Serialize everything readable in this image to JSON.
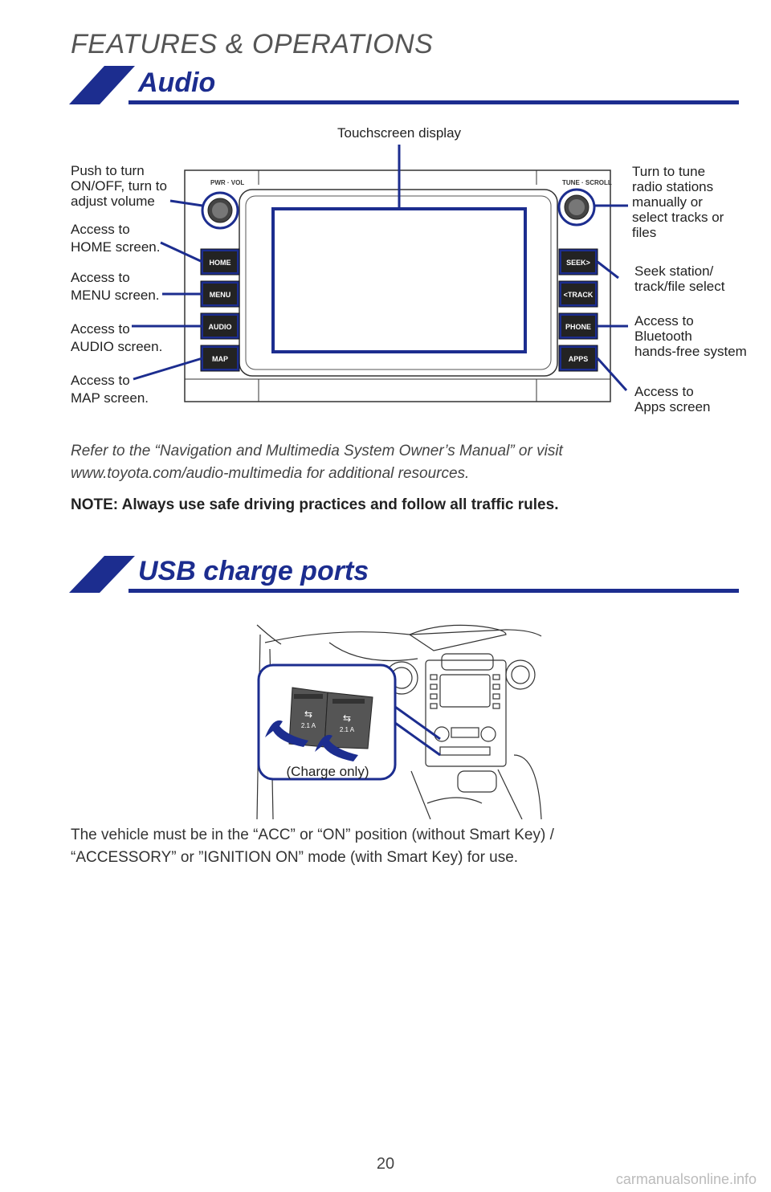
{
  "page": {
    "header": "FEATURES & OPERATIONS",
    "page_number": "20",
    "watermark": "carmanualsonline.info"
  },
  "audio": {
    "title": "Audio",
    "callouts": {
      "touchscreen": "Touchscreen display",
      "power": [
        "Push to turn",
        "ON/OFF, turn to",
        "adjust volume"
      ],
      "home": [
        "Access to",
        "HOME screen."
      ],
      "menu": [
        "Access to",
        "MENU screen."
      ],
      "audio": [
        "Access to",
        "AUDIO screen."
      ],
      "map": [
        "Access to",
        "MAP screen."
      ],
      "tune": [
        "Turn to tune",
        "radio stations",
        "manually or",
        "select tracks or",
        "files"
      ],
      "seek": [
        "Seek station/",
        "track/file select"
      ],
      "phone": [
        "Access to",
        "Bluetooth",
        "hands-free system"
      ],
      "apps": [
        "Access to",
        "Apps screen"
      ]
    },
    "unit": {
      "left_knob_label": "PWR · VOL",
      "right_knob_label": "TUNE · SCROLL",
      "left_buttons": [
        "HOME",
        "MENU",
        "AUDIO",
        "MAP"
      ],
      "right_buttons": [
        "SEEK>",
        "<TRACK",
        "PHONE",
        "APPS"
      ]
    },
    "refer_text": [
      "Refer to the “Navigation and Multimedia System Owner’s Manual” or visit",
      "www.toyota.com/audio-multimedia for additional resources."
    ],
    "note": "NOTE: Always use safe driving practices and follow all traffic rules."
  },
  "usb": {
    "title": "USB charge ports",
    "port_rating": "2.1 A",
    "charge_label": "(Charge only)",
    "body": [
      "The vehicle must be in the “ACC” or “ON” position (without Smart Key) /",
      "“ACCESSORY” or ”IGNITION ON” mode (with Smart Key) for use."
    ]
  },
  "colors": {
    "accent": "#1c2d8f",
    "text": "#222222"
  }
}
